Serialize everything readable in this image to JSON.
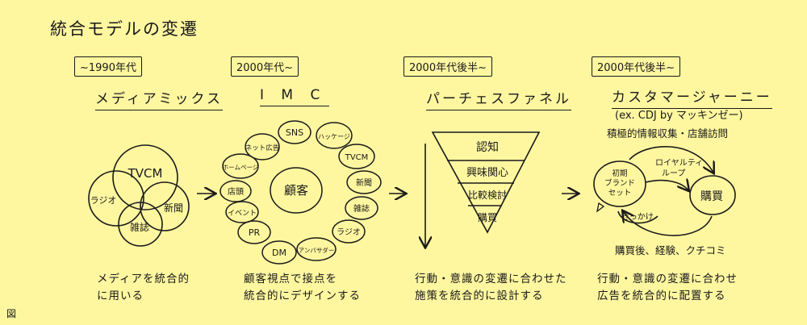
{
  "title": "統合モデルの変遷",
  "figure_label": "図",
  "stages": [
    {
      "period": "~1990年代",
      "heading": "メディアミックス",
      "circles": [
        "TVCM",
        "ラジオ",
        "新聞",
        "雑誌"
      ],
      "caption": [
        "メディアを統合的",
        "に用いる"
      ]
    },
    {
      "period": "2000年代~",
      "heading": "I M C",
      "center": "顧客",
      "ring": [
        "SNS",
        "ハッケージ",
        "TVCM",
        "新聞",
        "雑誌",
        "ラジオ",
        "アンバサダー",
        "DM",
        "PR",
        "イベント",
        "店頭",
        "ホームページ",
        "ネット広告"
      ],
      "caption": [
        "顧客視点で接点を",
        "統合的にデザインする"
      ]
    },
    {
      "period": "2000年代後半~",
      "heading": "パーチェスファネル",
      "funnel": [
        "認知",
        "興味関心",
        "比較検討",
        "購買"
      ],
      "caption": [
        "行動・意識の変遷に合わせた",
        "施策を統合的に設計する"
      ]
    },
    {
      "period": "2000年代後半~",
      "heading": "カスタマージャーニー",
      "sub": "(ex. CDJ by マッキンゼー)",
      "top_note": "積極的情報収集・店舗訪問",
      "loop_label": [
        "ロイヤルティ",
        "ループ"
      ],
      "initial": [
        "初期",
        "ブランド",
        "セット"
      ],
      "trigger": "きっかけ",
      "purchase": "購買",
      "bottom_note": "購買後、経験、クチコミ",
      "caption": [
        "行動・意識の変遷に合わせ",
        "広告を統合的に配置する"
      ]
    }
  ]
}
